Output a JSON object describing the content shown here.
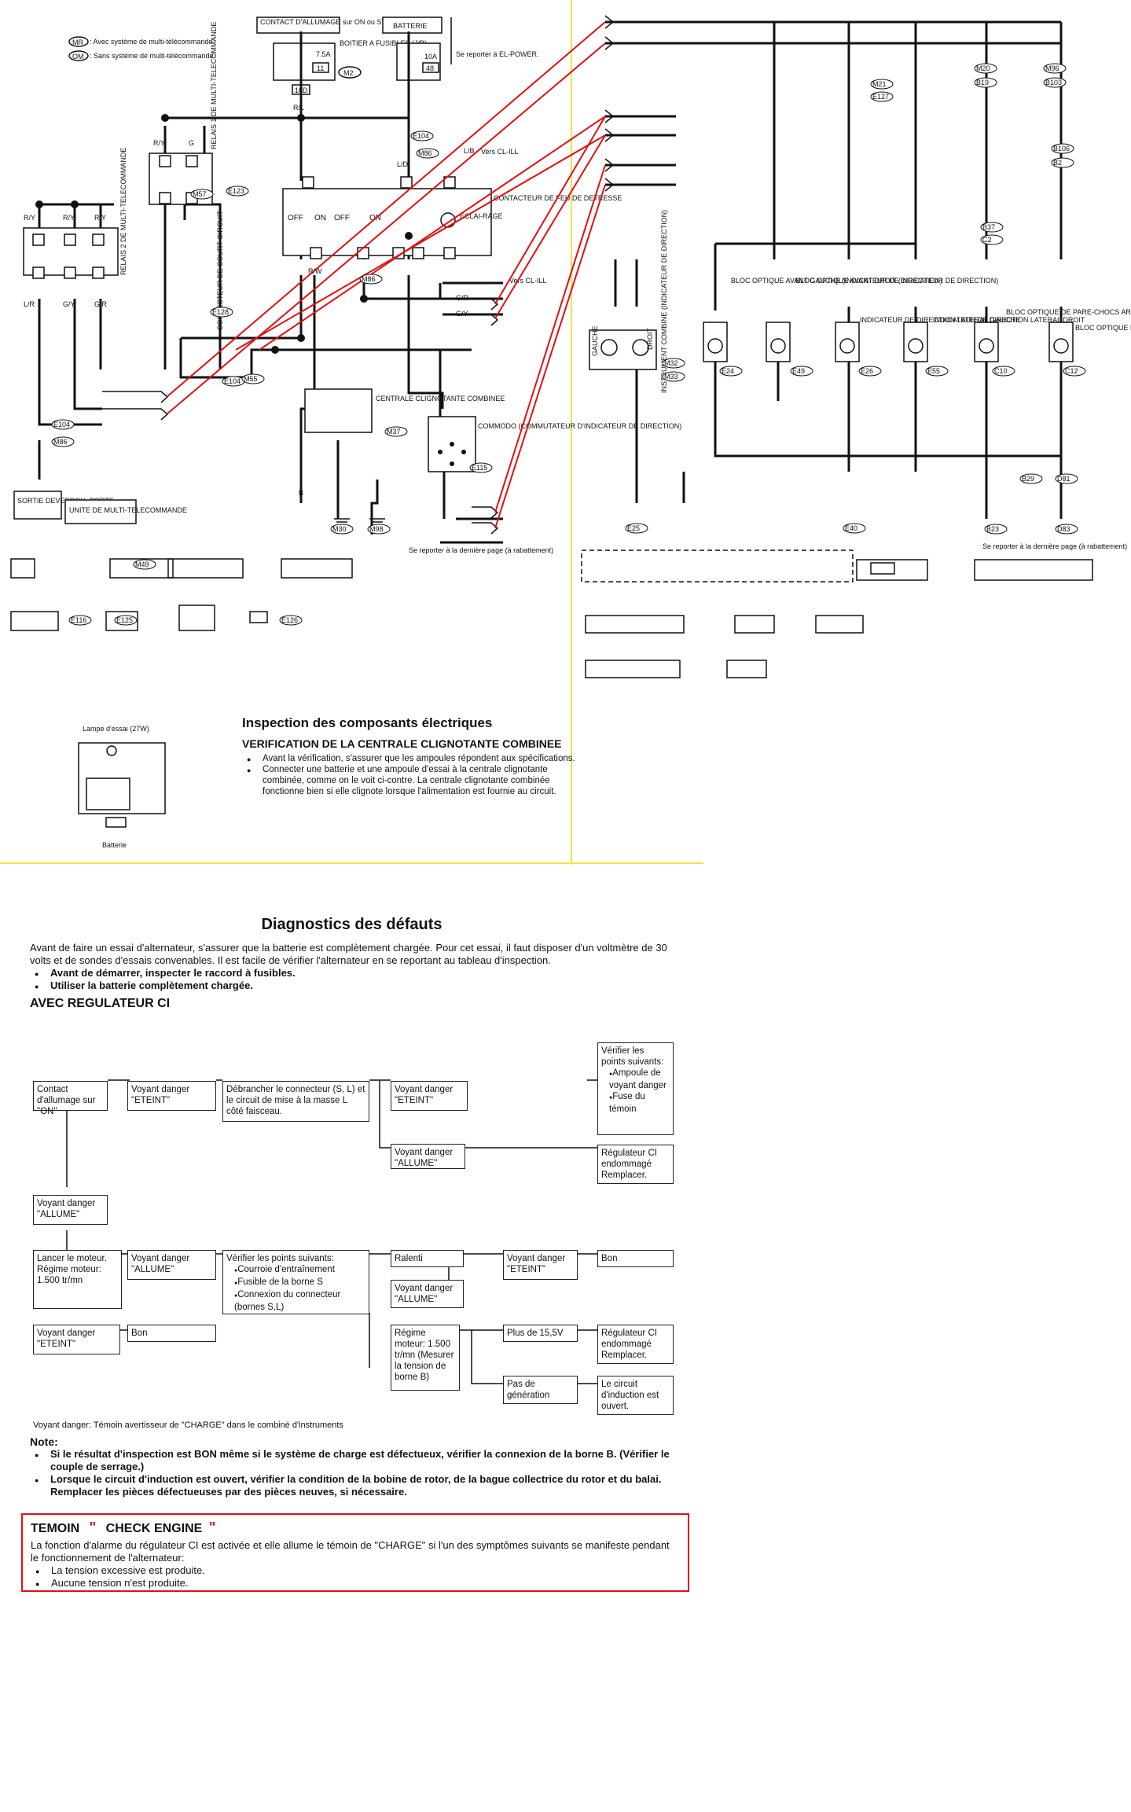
{
  "legend": {
    "mr": "MR",
    "mr_text": ": Avec système de multi-télécommande",
    "om": "OM",
    "om_text": ": Sans système de multi-télécommande"
  },
  "left_diagram": {
    "ignition_switch": "CONTACT D'ALLUMAGE sur ON ou START",
    "battery": "BATTERIE",
    "fuse_box": "BOITIER A FUSIBLES (J/B)",
    "fuse_a": "7.5A",
    "fuse_a_num": "11",
    "fuse_b": "10A",
    "fuse_b_num": "48",
    "conn_m2": "M2",
    "conn_10d": "10D",
    "el_power_ref": "Se reporter à EL-POWER.",
    "relay_multi_1": "RELAIS 1 DE MULTI-TELECOMMANDE",
    "relay_multi_2": "RELAIS 2 DE MULTI-TELECOMMANDE",
    "short_circuit_conn": "CONNECTEUR DE COURT-CIRCUIT",
    "hazard_switch": "CONTACTEUR DE FEU DE DETRESSE",
    "lighting": "ECLAI-RAGE",
    "flasher_unit": "CENTRALE CLIGNOTANTE COMBINEE",
    "turn_switch": "COMMODO (COMMUTATEUR D'INDICATEUR DE DIRECTION)",
    "remote_unit": "UNITE DE MULTI-TELECOMMANDE",
    "door_unlock": "SORTIE DEVERROU. PORTE",
    "vers_cl_ill_1": "Vers CL-ILL",
    "vers_cl_ill_2": "Vers CL-ILL",
    "off_1": "OFF",
    "on_1": "ON",
    "off_2": "OFF",
    "on_2": "ON",
    "wires": [
      "R/Y",
      "G",
      "R/L",
      "L/R",
      "G/Y",
      "G/R",
      "R/W",
      "B",
      "G/R",
      "G/Y",
      "L/D",
      "L/B",
      "R/Y",
      "R/Y",
      "R/Y"
    ],
    "connectors": [
      "E104",
      "M86",
      "M86",
      "E104",
      "E123",
      "M57",
      "E128",
      "E104",
      "M86",
      "M37",
      "E115",
      "M55",
      "M30",
      "M98",
      "M49",
      "E116",
      "E125",
      "E126"
    ],
    "ref_last_page": "Se reporter à la dernière page (à rabattement)"
  },
  "right_diagram": {
    "instrument": "INSTRUMENT COMBINE (INDICATEUR DE DIRECTION)",
    "gauche": "GAUCHE",
    "droit": "DROIT",
    "front_left": "BLOC OPTIQUE AVANT GAUCHE (INDICATEUR DE DIRECTION)",
    "front_right": "BLOC OPTIQUE AVANT DROIT (INDICATEUR DE DIRECTION)",
    "side_left": "INDICATEUR DE DIRECTION LATERAL GAUCHE",
    "side_right": "INDICATEUR DE DIRECTION LATERAL DROIT",
    "bumper_left": "BLOC OPTIQUE DE PARE-CHOCS ARRIERE GAUCHE (INDICATEUR DE DIRECTION)",
    "bumper_right": "BLOC OPTIQUE DE PARE-CHOCS ARRIERE DROIT (INDICATEUR DE DIRECTION)",
    "connectors": [
      "M21",
      "E127",
      "M20",
      "B19",
      "M96",
      "B103",
      "B106",
      "B2",
      "B37",
      "C2",
      "E24",
      "E49",
      "E26",
      "E55",
      "C10",
      "C12",
      "M32",
      "M33",
      "E25",
      "E40",
      "B23",
      "D83",
      "B29",
      "D81"
    ],
    "ref_last_page": "Se reporter à la dernière page (à rabattement)"
  },
  "inspection": {
    "lamp": "Lampe d'essai (27W)",
    "battery": "Batterie",
    "title": "Inspection des composants électriques",
    "subtitle": "VERIFICATION DE LA CENTRALE CLIGNOTANTE COMBINEE",
    "bullets": [
      "Avant la vérification, s'assurer que les ampoules répondent aux spécifications.",
      "Connecter une batterie et une ampoule d'essai à la centrale clignotante combinée, comme on le voit ci-contre. La centrale clignotante combinée fonctionne bien si elle clignote lorsque l'alimentation est fournie au circuit."
    ]
  },
  "diagnostics": {
    "title": "Diagnostics des défauts",
    "intro": "Avant de faire un essai d'alternateur, s'assurer que la batterie est complètement chargée. Pour cet essai, il faut disposer d'un voltmètre de 30 volts et de sondes d'essais convenables. Il est facile de vérifier l'alternateur en se reportant au tableau d'inspection.",
    "bullets": [
      "Avant de démarrer, inspecter le raccord à fusibles.",
      "Utiliser la batterie complètement chargée."
    ],
    "section": "AVEC REGULATEUR CI",
    "flow": {
      "contact": "Contact d'allumage sur \"ON\"",
      "v_eteint_1": "Voyant danger \"ETEINT\"",
      "debrancher": "Débrancher le connecteur (S, L) et le circuit de mise à la masse L côté faisceau.",
      "v_eteint_2": "Voyant danger \"ETEINT\"",
      "v_allume_1": "Voyant danger \"ALLUME\"",
      "verifier_title": "Vérifier les points suivants:",
      "verifier_items": [
        "Ampoule de voyant danger",
        "Fuse du témoin"
      ],
      "regulateur_1": "Régulateur CI endommagé Remplacer.",
      "v_allume_2": "Voyant danger \"ALLUME\"",
      "lancer": "Lancer le moteur. Régime moteur: 1.500 tr/mn",
      "v_allume_3": "Voyant danger \"ALLUME\"",
      "verifier2_title": "Vérifier les points suivants:",
      "verifier2_items": [
        "Courroie d'entraînement",
        "Fusible de la borne S",
        "Connexion du connecteur (bornes S,L)"
      ],
      "ralenti": "Ralenti",
      "v_eteint_3": "Voyant danger \"ETEINT\"",
      "bon_1": "Bon",
      "v_allume_4": "Voyant danger \"ALLUME\"",
      "v_eteint_4": "Voyant danger \"ETEINT\"",
      "bon_2": "Bon",
      "regime": "Régime moteur: 1.500 tr/mn (Mesurer la tension de borne B)",
      "plus_155": "Plus de 15,5V",
      "regulateur_2": "Régulateur CI endommagé Remplacer.",
      "pas_gen": "Pas de génération",
      "circuit_ouvert": "Le circuit d'induction est ouvert."
    },
    "footnote": "Voyant danger: Témoin avertisseur de \"CHARGE\" dans le combiné d'instruments",
    "note_label": "Note:",
    "notes": [
      "Si le résultat d'inspection est BON même si le système de charge est défectueux, vérifier la connexion de la borne B. (Vérifier le couple de serrage.)",
      "Lorsque le circuit d'induction est ouvert, vérifier la condition de la bobine de rotor, de la bague collectrice du rotor et du balai. Remplacer les pièces défectueuses par des pièces neuves, si nécessaire."
    ]
  },
  "temoin": {
    "title_a": "TEMOIN",
    "quote_open": "\"",
    "title_b": "CHECK ENGINE",
    "quote_close": "\"",
    "text": "La fonction d'alarme du régulateur CI est activée et elle allume le témoin de \"CHARGE\" si l'un des symptômes suivants se manifeste pendant le fonctionnement de l'alternateur:",
    "bullets": [
      "La tension excessive est produite.",
      "Aucune tension n'est produite."
    ],
    "border_color": "#e01010"
  }
}
